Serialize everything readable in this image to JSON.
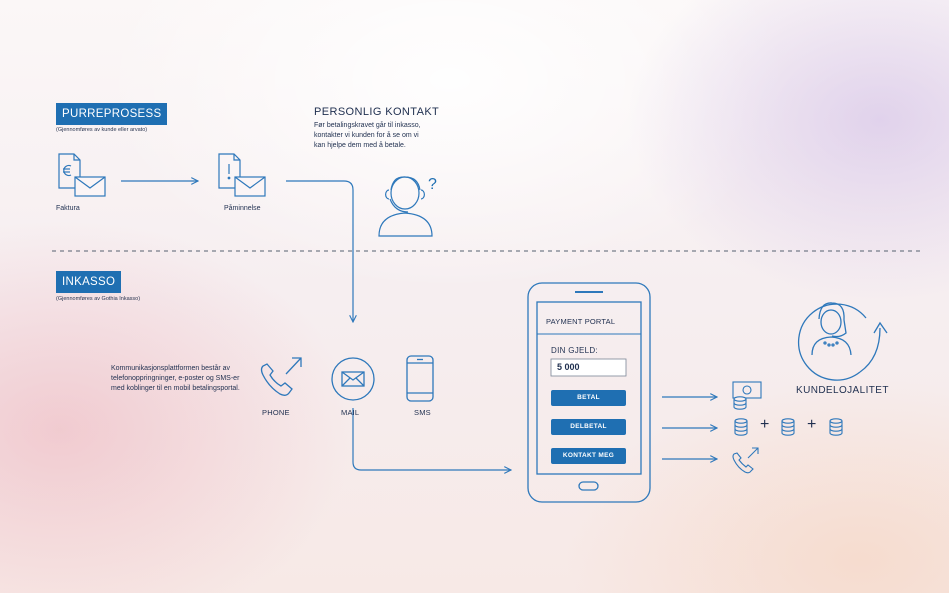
{
  "purreprosess": {
    "tag": "PURREPROSESS",
    "note": "(Gjennomføres av kunde eller arvato)",
    "steps": [
      {
        "label": "Faktura",
        "icon": "invoice-euro-mail-icon"
      },
      {
        "label": "Påminnelse",
        "icon": "reminder-mail-icon"
      }
    ]
  },
  "personlig_kontakt": {
    "title": "PERSONLIG KONTAKT",
    "text_lines": [
      "Før betalingskravet går til inkasso,",
      "kontakter vi kunden for å se om vi",
      "kan hjelpe dem med å betale."
    ],
    "icon": "agent-headset-icon",
    "question_mark": "?"
  },
  "inkasso": {
    "tag": "INKASSO",
    "note": "(Gjennomføres av Gothia Inkasso)",
    "description_lines": [
      "Kommunikasjonsplattformen består av",
      "telefonoppringninger, e-poster og SMS-er",
      "med koblinger til en mobil betalingsportal."
    ],
    "channels": [
      {
        "label": "PHONE",
        "icon": "phone-icon"
      },
      {
        "label": "MAIL",
        "icon": "mail-icon"
      },
      {
        "label": "SMS",
        "icon": "smartphone-icon"
      }
    ]
  },
  "portal": {
    "title": "PAYMENT PORTAL",
    "debt_label": "DIN GJELD:",
    "debt_value": "5 000",
    "buttons": [
      "BETAL",
      "DELBETAL",
      "KONTAKT MEG"
    ]
  },
  "outcomes": {
    "plus": "+",
    "rows": [
      "payment-cash-coins-icon",
      "installment-coins-icon",
      "callback-phone-icon"
    ]
  },
  "kundelojalitet": {
    "label": "KUNDELOJALITET",
    "icon": "loyal-customer-icon"
  },
  "colors": {
    "accent": "#1f6fb2",
    "line": "#2e78bb"
  }
}
